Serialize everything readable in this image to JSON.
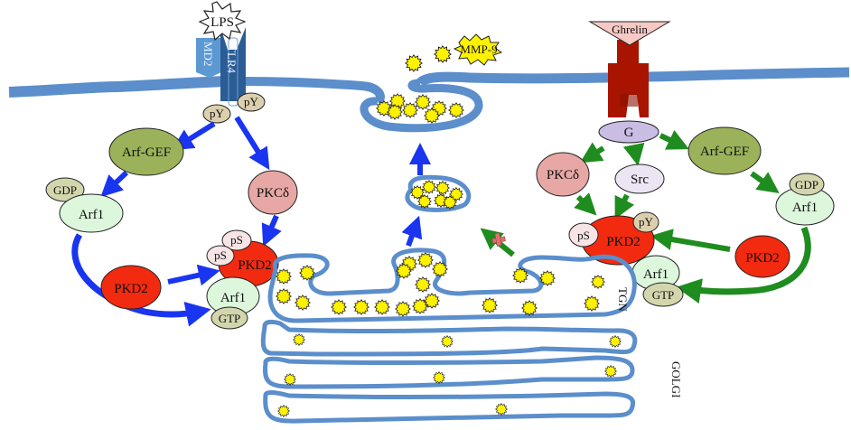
{
  "diagram": {
    "title": "LPS/TLR4 and Ghrelin signaling to PKD2 at the TGN and MMP-9 secretion",
    "colors": {
      "membrane": "#5b8ecb",
      "blue_arrow": "#1a35f0",
      "green_arrow": "#1e8c1e",
      "pkd2": "#f22a10",
      "pkc": "#e7a7a4",
      "arfgef": "#9bb25a",
      "arf1": "#dcf7dc",
      "nucleotide": "#d3d6ad",
      "ps": "#f7e4e4",
      "py": "#dccfae",
      "g_protein": "#c9bde3",
      "src": "#ece6f4",
      "ghrelin": "#f6c9c4",
      "ghsr": "#a81400",
      "tlr4": "#2b5d94",
      "md2": "#5c99d3",
      "granule": "#fff200",
      "inhibit": "#e07070"
    },
    "left_pathway": {
      "ligand": "LPS",
      "coreceptor": "MD2",
      "receptor": "TLR4",
      "receptor_phospho": [
        "pY",
        "pY"
      ],
      "arfgef": "Arf-GEF",
      "arf1_inactive": {
        "protein": "Arf1",
        "nucleotide": "GDP"
      },
      "pkc": "PKCδ",
      "pkd2_free": "PKD2",
      "pkd2_active": {
        "protein": "PKD2",
        "phospho": [
          "pS",
          "pS"
        ]
      },
      "arf1_active": {
        "protein": "Arf1",
        "nucleotide": "GTP"
      }
    },
    "right_pathway": {
      "ligand": "Ghrelin",
      "g_protein": "G",
      "pkc": "PKCδ",
      "src": "Src",
      "arfgef": "Arf-GEF",
      "arf1_inactive": {
        "protein": "Arf1",
        "nucleotide": "GDP"
      },
      "pkd2_free": "PKD2",
      "pkd2_active": {
        "protein": "PKD2",
        "phospho": [
          "pS",
          "pY"
        ]
      },
      "arf1_active": {
        "protein": "Arf1",
        "nucleotide": "GTP"
      }
    },
    "secretion": {
      "cargo": "MMP-9"
    },
    "organelles": {
      "tgn": "TGN",
      "golgi": "GOLGI"
    }
  }
}
